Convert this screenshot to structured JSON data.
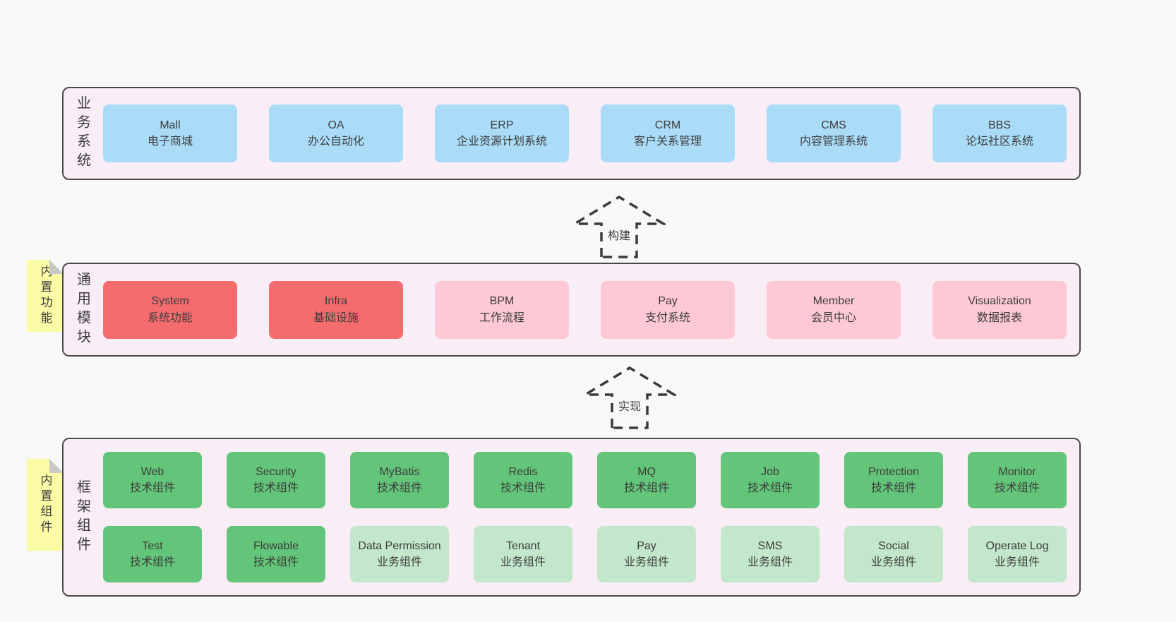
{
  "colors": {
    "page_bg": "#f8f8f8",
    "panel_bg": "#f9edf6",
    "panel_border": "#4a4a4a",
    "blue_box": "#aadcf8",
    "red_box": "#f56c6f",
    "pink_box": "#fec9d4",
    "green_box": "#63c57a",
    "light_green_box": "#c3e7ca",
    "sticky_tab": "#fbfaa5",
    "fold_corner": "#c8c8c8",
    "text": "#3c3c3c"
  },
  "arrows": [
    {
      "label": "构建"
    },
    {
      "label": "实现"
    }
  ],
  "layers": [
    {
      "label": "业务系统",
      "boxes": [
        {
          "title": "Mall",
          "subtitle": "电子商城",
          "variant": "blue"
        },
        {
          "title": "OA",
          "subtitle": "办公自动化",
          "variant": "blue"
        },
        {
          "title": "ERP",
          "subtitle": "企业资源计划系统",
          "variant": "blue"
        },
        {
          "title": "CRM",
          "subtitle": "客户关系管理",
          "variant": "blue"
        },
        {
          "title": "CMS",
          "subtitle": "内容管理系统",
          "variant": "blue"
        },
        {
          "title": "BBS",
          "subtitle": "论坛社区系统",
          "variant": "blue"
        }
      ]
    },
    {
      "label": "通用模块",
      "tab": "内置功能",
      "boxes": [
        {
          "title": "System",
          "subtitle": "系统功能",
          "variant": "red"
        },
        {
          "title": "Infra",
          "subtitle": "基础设施",
          "variant": "red"
        },
        {
          "title": "BPM",
          "subtitle": "工作流程",
          "variant": "pink"
        },
        {
          "title": "Pay",
          "subtitle": "支付系统",
          "variant": "pink"
        },
        {
          "title": "Member",
          "subtitle": "会员中心",
          "variant": "pink"
        },
        {
          "title": "Visualization",
          "subtitle": "数据报表",
          "variant": "pink"
        }
      ]
    },
    {
      "label": "框架组件",
      "tab": "内置组件",
      "boxes": [
        {
          "title": "Web",
          "subtitle": "技术组件",
          "variant": "green"
        },
        {
          "title": "Security",
          "subtitle": "技术组件",
          "variant": "green"
        },
        {
          "title": "MyBatis",
          "subtitle": "技术组件",
          "variant": "green"
        },
        {
          "title": "Redis",
          "subtitle": "技术组件",
          "variant": "green"
        },
        {
          "title": "MQ",
          "subtitle": "技术组件",
          "variant": "green"
        },
        {
          "title": "Job",
          "subtitle": "技术组件",
          "variant": "green"
        },
        {
          "title": "Protection",
          "subtitle": "技术组件",
          "variant": "green"
        },
        {
          "title": "Monitor",
          "subtitle": "技术组件",
          "variant": "green"
        },
        {
          "title": "Test",
          "subtitle": "技术组件",
          "variant": "green"
        },
        {
          "title": "Flowable",
          "subtitle": "技术组件",
          "variant": "green"
        },
        {
          "title": "Data Permission",
          "subtitle": "业务组件",
          "variant": "lightgreen"
        },
        {
          "title": "Tenant",
          "subtitle": "业务组件",
          "variant": "lightgreen"
        },
        {
          "title": "Pay",
          "subtitle": "业务组件",
          "variant": "lightgreen"
        },
        {
          "title": "SMS",
          "subtitle": "业务组件",
          "variant": "lightgreen"
        },
        {
          "title": "Social",
          "subtitle": "业务组件",
          "variant": "lightgreen"
        },
        {
          "title": "Operate Log",
          "subtitle": "业务组件",
          "variant": "lightgreen"
        }
      ]
    }
  ]
}
